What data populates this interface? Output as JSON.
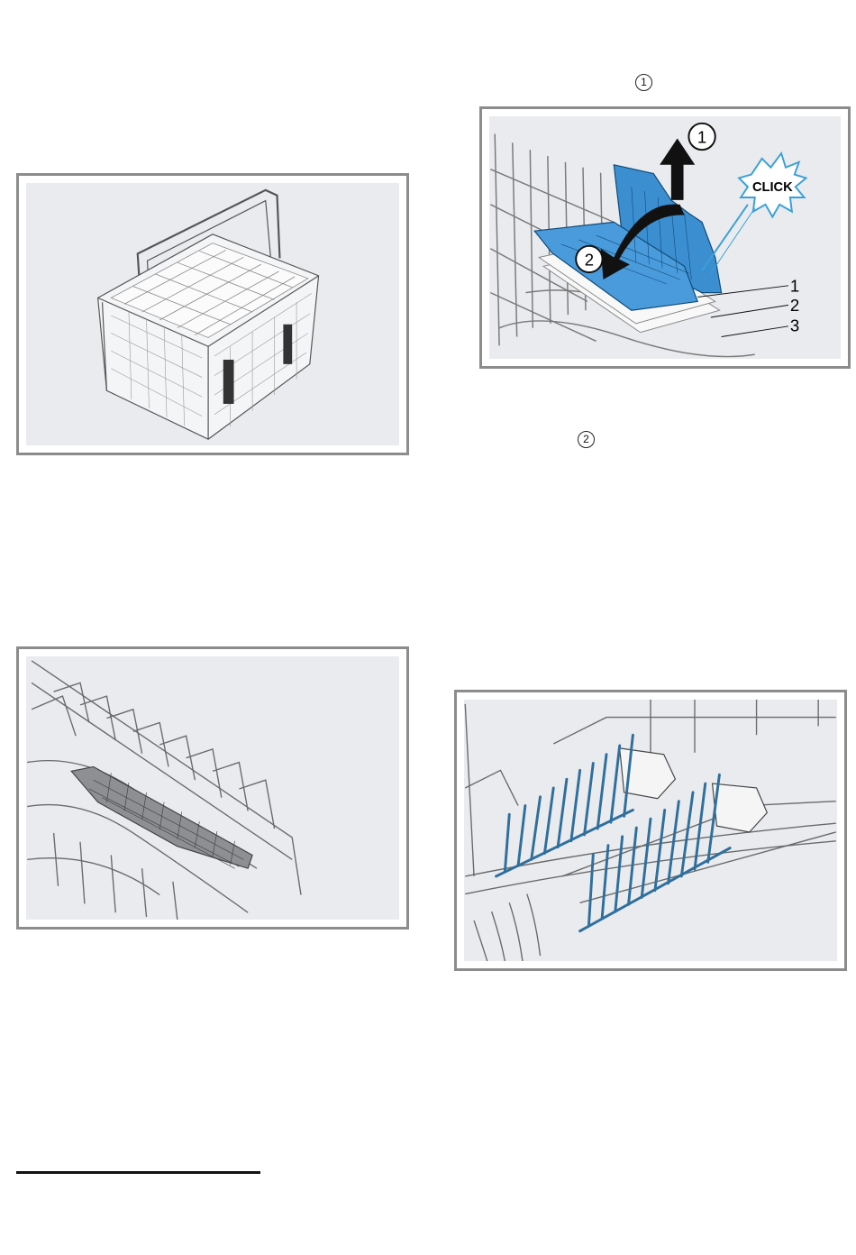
{
  "step_marks": {
    "step1": "1",
    "step2": "2"
  },
  "figures": {
    "cutlery_basket": {},
    "rack_insert_removal": {
      "arrow_labels": [
        "1",
        "2"
      ],
      "click_label": "CLICK",
      "callouts": [
        "1",
        "2",
        "3"
      ]
    },
    "rack_insert_mounted": {},
    "plate_rack": {}
  }
}
